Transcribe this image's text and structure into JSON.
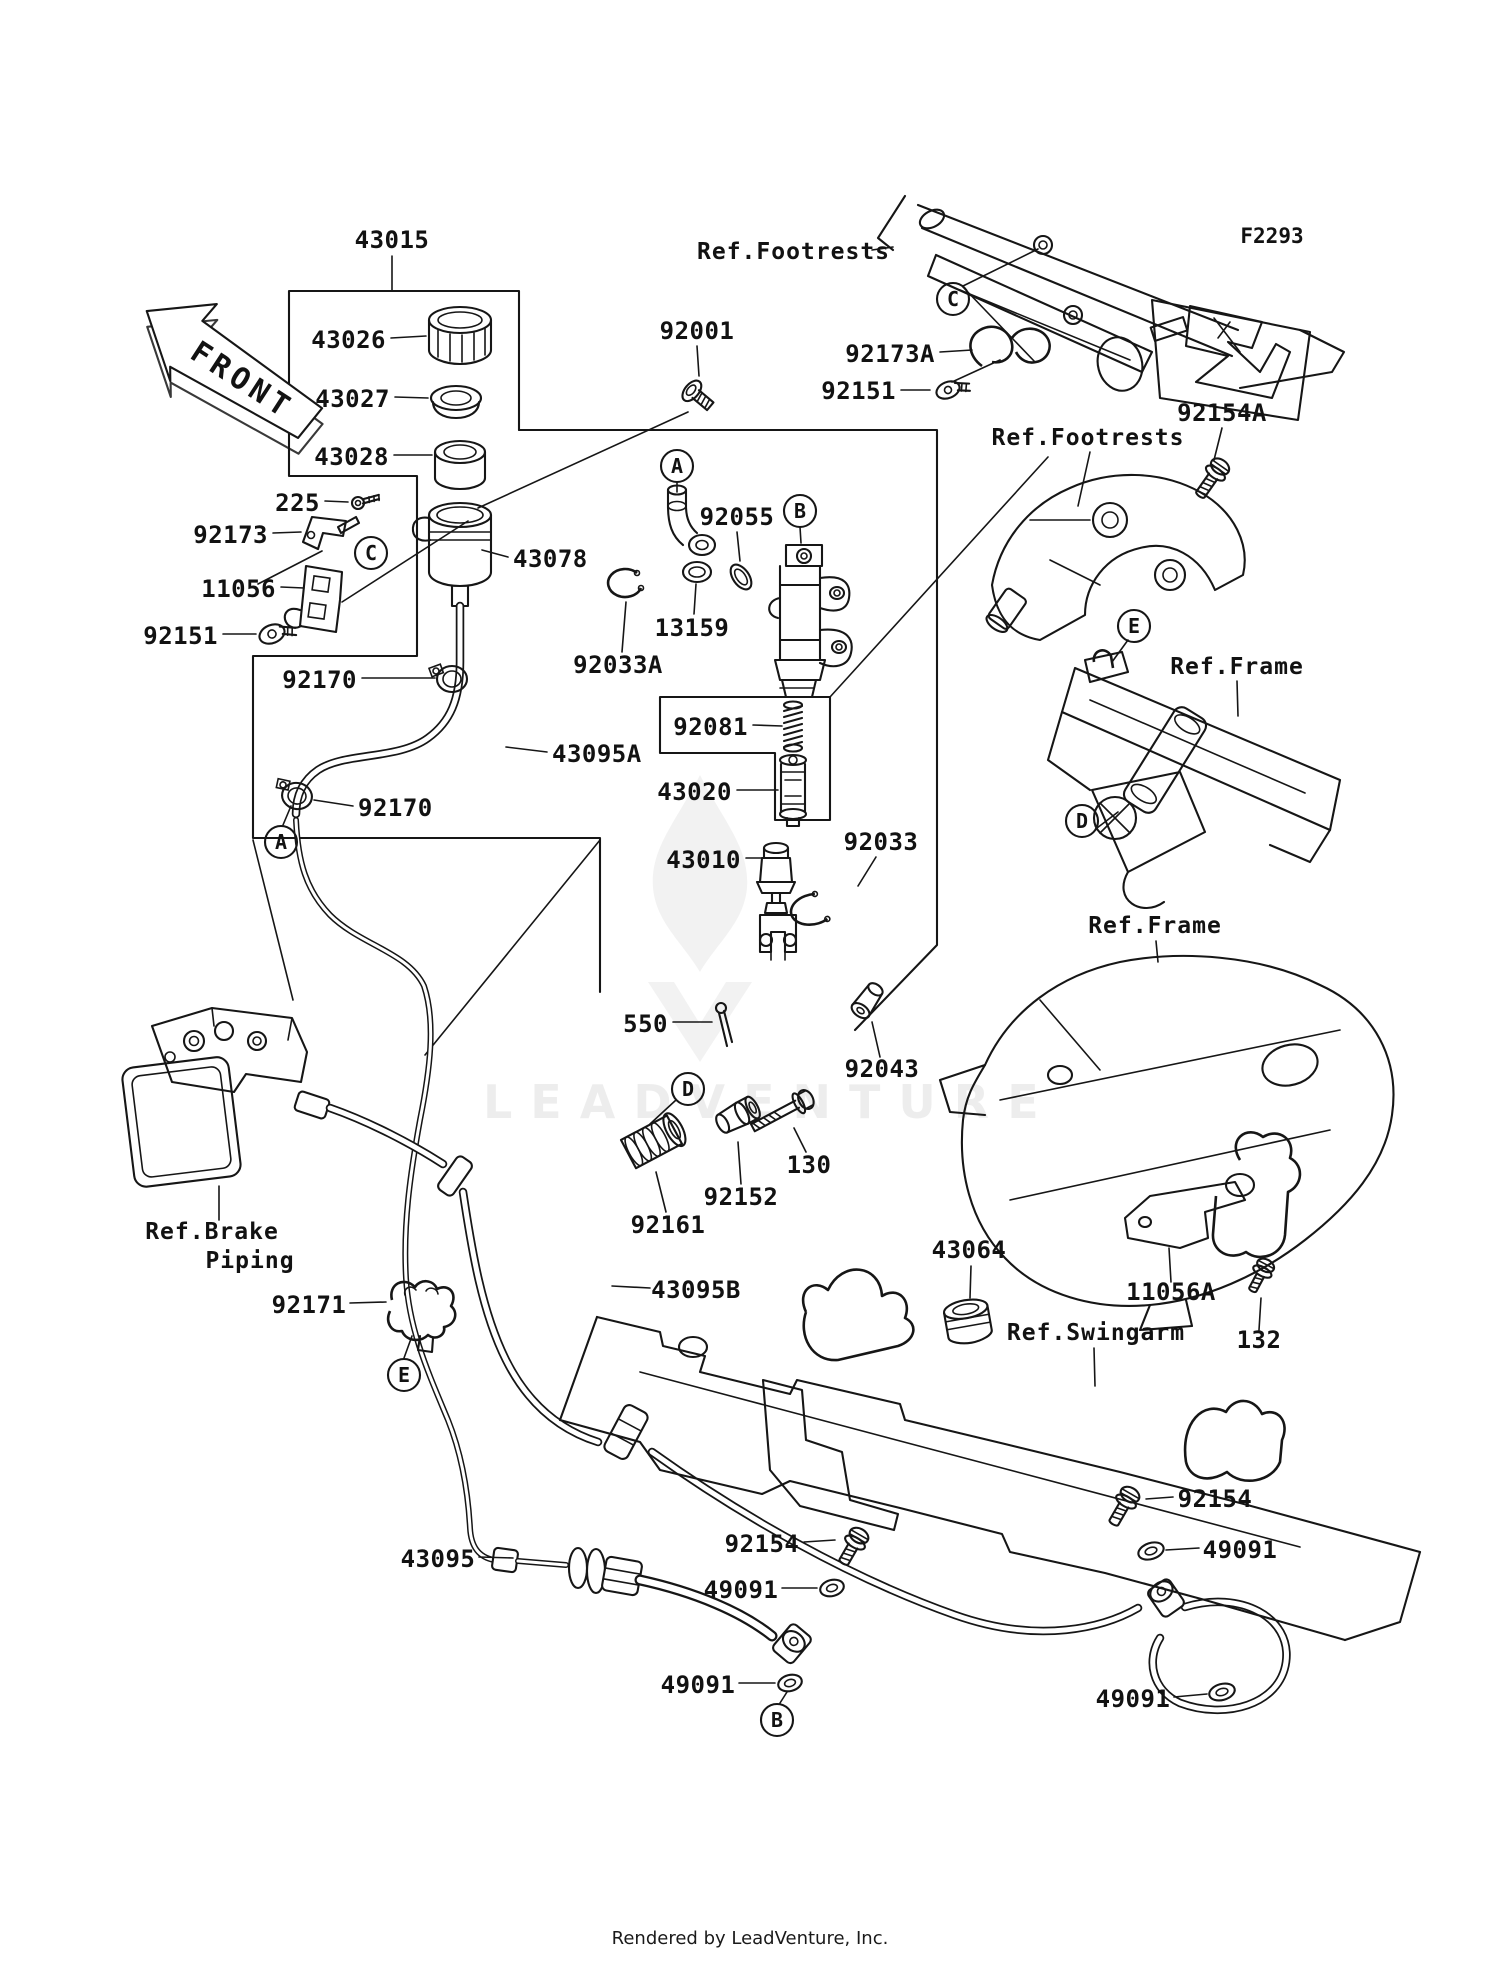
{
  "diagram": {
    "figure_code": "F2293",
    "front_marker": "FRONT",
    "watermark_text": "LEADVENTURE",
    "footer_text": "Rendered by LeadVenture, Inc.",
    "line_color": "#161616",
    "background_color": "#ffffff"
  },
  "part_labels": {
    "p43015": "43015",
    "p43026": "43026",
    "p43027": "43027",
    "p43028": "43028",
    "p225": "225",
    "p92173": "92173",
    "p11056": "11056",
    "p92151_1": "92151",
    "p92001": "92001",
    "p43078": "43078",
    "p13159": "13159",
    "p92033a": "92033A",
    "p92055": "92055",
    "p92170_1": "92170",
    "p43095a": "43095A",
    "p92170_2": "92170",
    "p92081": "92081",
    "p43020": "43020",
    "p43010": "43010",
    "p92033": "92033",
    "p550": "550",
    "p92043": "92043",
    "p92161": "92161",
    "p92152": "92152",
    "p130": "130",
    "p43095b": "43095B",
    "p92171": "92171",
    "p43095": "43095",
    "p92154_mid": "92154",
    "p49091_m1": "49091",
    "p49091_m2": "49091",
    "p92154_r": "92154",
    "p49091_r1": "49091",
    "p49091_r2": "49091",
    "p92173a": "92173A",
    "p92151_2": "92151",
    "p92154a": "92154A",
    "p43064": "43064",
    "p11056a": "11056A",
    "p132": "132"
  },
  "ref_labels": {
    "footrests_top": "Ref.Footrests",
    "footrests_mid": "Ref.Footrests",
    "frame_right_1": "Ref.Frame",
    "frame_right_2": "Ref.Frame",
    "brake_piping_line1": "Ref.Brake",
    "brake_piping_line2": "Piping",
    "swingarm": "Ref.Swingarm"
  },
  "callout_letters": {
    "A": "A",
    "B": "B",
    "C": "C",
    "D": "D",
    "E": "E"
  }
}
